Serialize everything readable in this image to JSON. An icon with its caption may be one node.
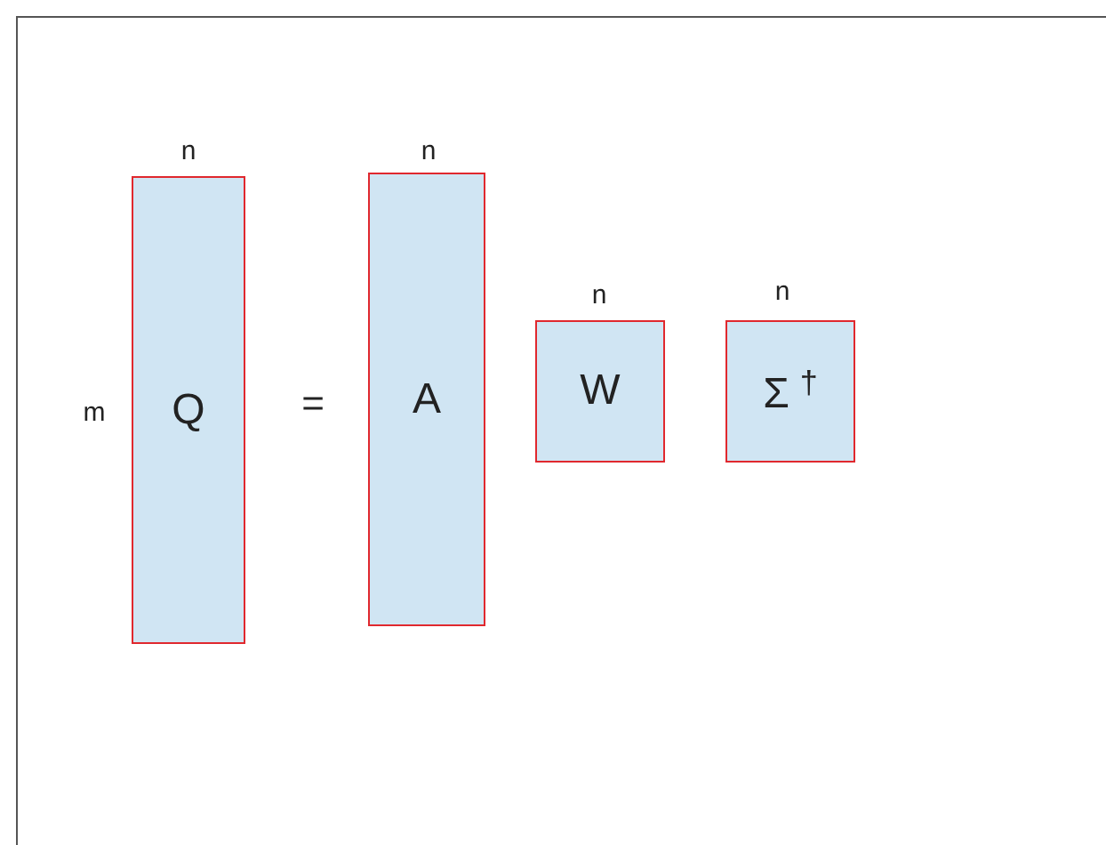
{
  "diagram": {
    "nodes": [
      {
        "text": [
          "Q"
        ],
        "beside": [
          "n",
          "m"
        ]
      },
      {
        "text": [
          "A"
        ],
        "beside": [
          "n"
        ]
      },
      {
        "text": [
          "W"
        ],
        "beside": [
          "n"
        ]
      },
      {
        "text": [
          "Σ$^{†}$"
        ],
        "beside": [
          "n"
        ]
      }
    ],
    "labels": [
      "="
    ]
  }
}
